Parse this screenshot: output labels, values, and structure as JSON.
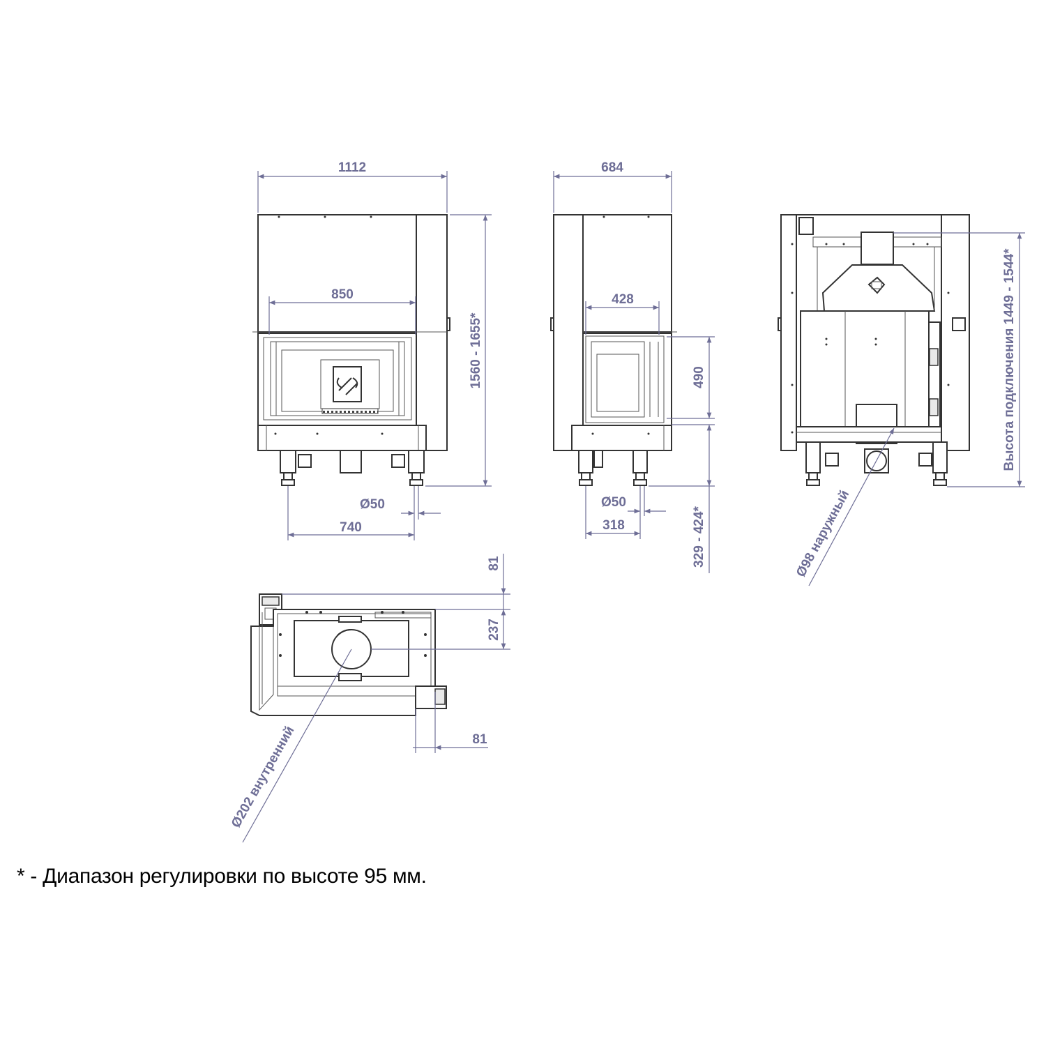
{
  "front_view": {
    "dim_width": "1112",
    "dim_opening_width": "850",
    "dim_height": "1560 - 1655*",
    "dim_leg_diameter": "Ø50",
    "dim_leg_spacing": "740"
  },
  "side_view": {
    "dim_depth": "684",
    "dim_opening_width": "428",
    "dim_opening_height": "490",
    "dim_leg_diameter": "Ø50",
    "dim_leg_spacing": "318",
    "dim_base_height": "329 - 424*"
  },
  "rear_view": {
    "dim_connection_height": "Высота подключения 1449 - 1544*",
    "dim_air_inlet_diameter": "Ø98 наружный"
  },
  "top_view": {
    "dim_flue_offset_top": "81",
    "dim_flue_center": "237",
    "dim_flue_offset_side": "81",
    "dim_flue_diameter": "Ø202 внутренний"
  },
  "footnote": "* - Диапазон регулировки по высоте 95 мм.",
  "colors": {
    "dimension": "#6e6e96",
    "outline": "#333333",
    "text": "#000000"
  }
}
